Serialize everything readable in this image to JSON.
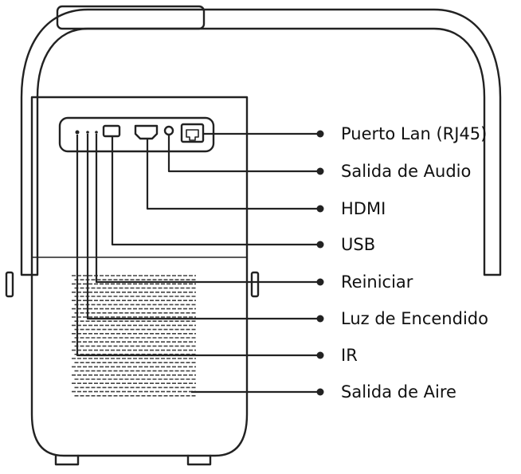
{
  "labels": [
    {
      "id": "lan",
      "text": "Puerto Lan (RJ45)"
    },
    {
      "id": "audio",
      "text": "Salida de Audio"
    },
    {
      "id": "hdmi",
      "text": "HDMI"
    },
    {
      "id": "usb",
      "text": "USB"
    },
    {
      "id": "reset",
      "text": "Reiniciar"
    },
    {
      "id": "power_led",
      "text": "Luz de Encendido"
    },
    {
      "id": "ir",
      "text": "IR"
    },
    {
      "id": "air",
      "text": "Salida de Aire"
    }
  ]
}
